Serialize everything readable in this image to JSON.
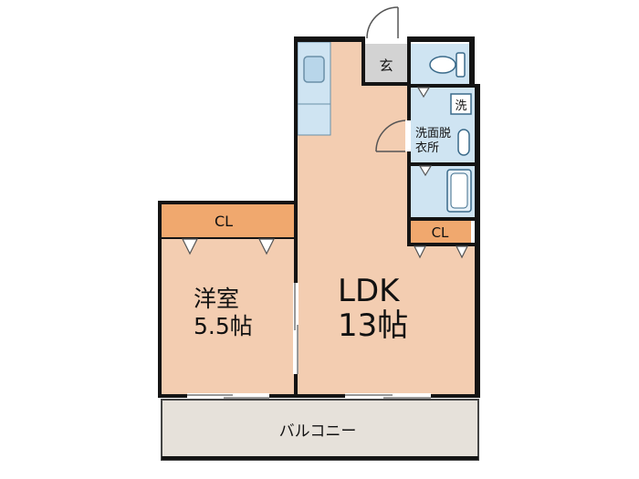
{
  "rooms": {
    "entrance": "玄",
    "washroom_line1": "洗面脱",
    "washroom_line2": "衣所",
    "washer": "洗",
    "closet_bedroom": "CL",
    "closet_ldk": "CL",
    "bedroom_line1": "洋室",
    "bedroom_line2": "5.5帖",
    "ldk_line1": "LDK",
    "ldk_line2": "13帖",
    "balcony": "バルコニー"
  },
  "colors": {
    "floor": "#f3cdb1",
    "closet": "#f0a86e",
    "wet_area": "#cfe4f2",
    "entrance": "#d3d3d3",
    "balcony": "#e6e1da",
    "wall": "#141414"
  }
}
